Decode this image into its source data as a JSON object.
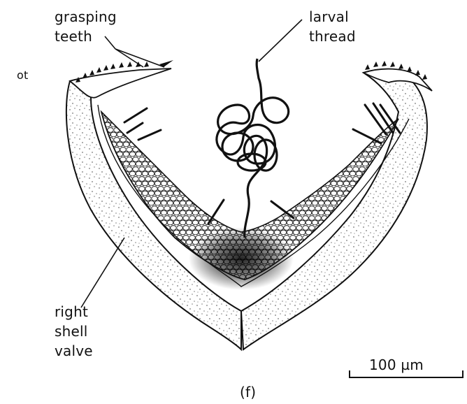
{
  "labels": {
    "grasping_teeth": [
      "grasping",
      "teeth"
    ],
    "larval_thread": [
      "larval",
      "thread"
    ],
    "right_shell_valve": [
      "right",
      "shell",
      "valve"
    ],
    "partial_edge_text": "ot",
    "scale_bar": "100 µm",
    "panel": "(f)"
  }
}
